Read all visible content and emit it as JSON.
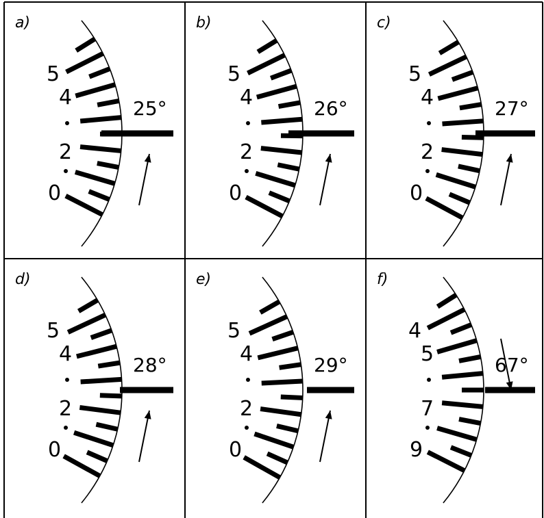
{
  "panels": [
    {
      "id": "a",
      "label": "a)",
      "reading": "25°",
      "scale_labels": [
        "5",
        "4",
        "2",
        "0"
      ],
      "arrow_direction": "up"
    },
    {
      "id": "b",
      "label": "b)",
      "reading": "26°",
      "scale_labels": [
        "5",
        "4",
        "2",
        "0"
      ],
      "arrow_direction": "up"
    },
    {
      "id": "c",
      "label": "c)",
      "reading": "27°",
      "scale_labels": [
        "5",
        "4",
        "2",
        "0"
      ],
      "arrow_direction": "up"
    },
    {
      "id": "d",
      "label": "d)",
      "reading": "28°",
      "scale_labels": [
        "5",
        "4",
        "2",
        "0"
      ],
      "arrow_direction": "up"
    },
    {
      "id": "e",
      "label": "e)",
      "reading": "29°",
      "scale_labels": [
        "5",
        "4",
        "2",
        "0"
      ],
      "arrow_direction": "up"
    },
    {
      "id": "f",
      "label": "f)",
      "reading": "67°",
      "scale_labels": [
        "4",
        "5",
        "7",
        "9"
      ],
      "arrow_direction": "down"
    }
  ]
}
